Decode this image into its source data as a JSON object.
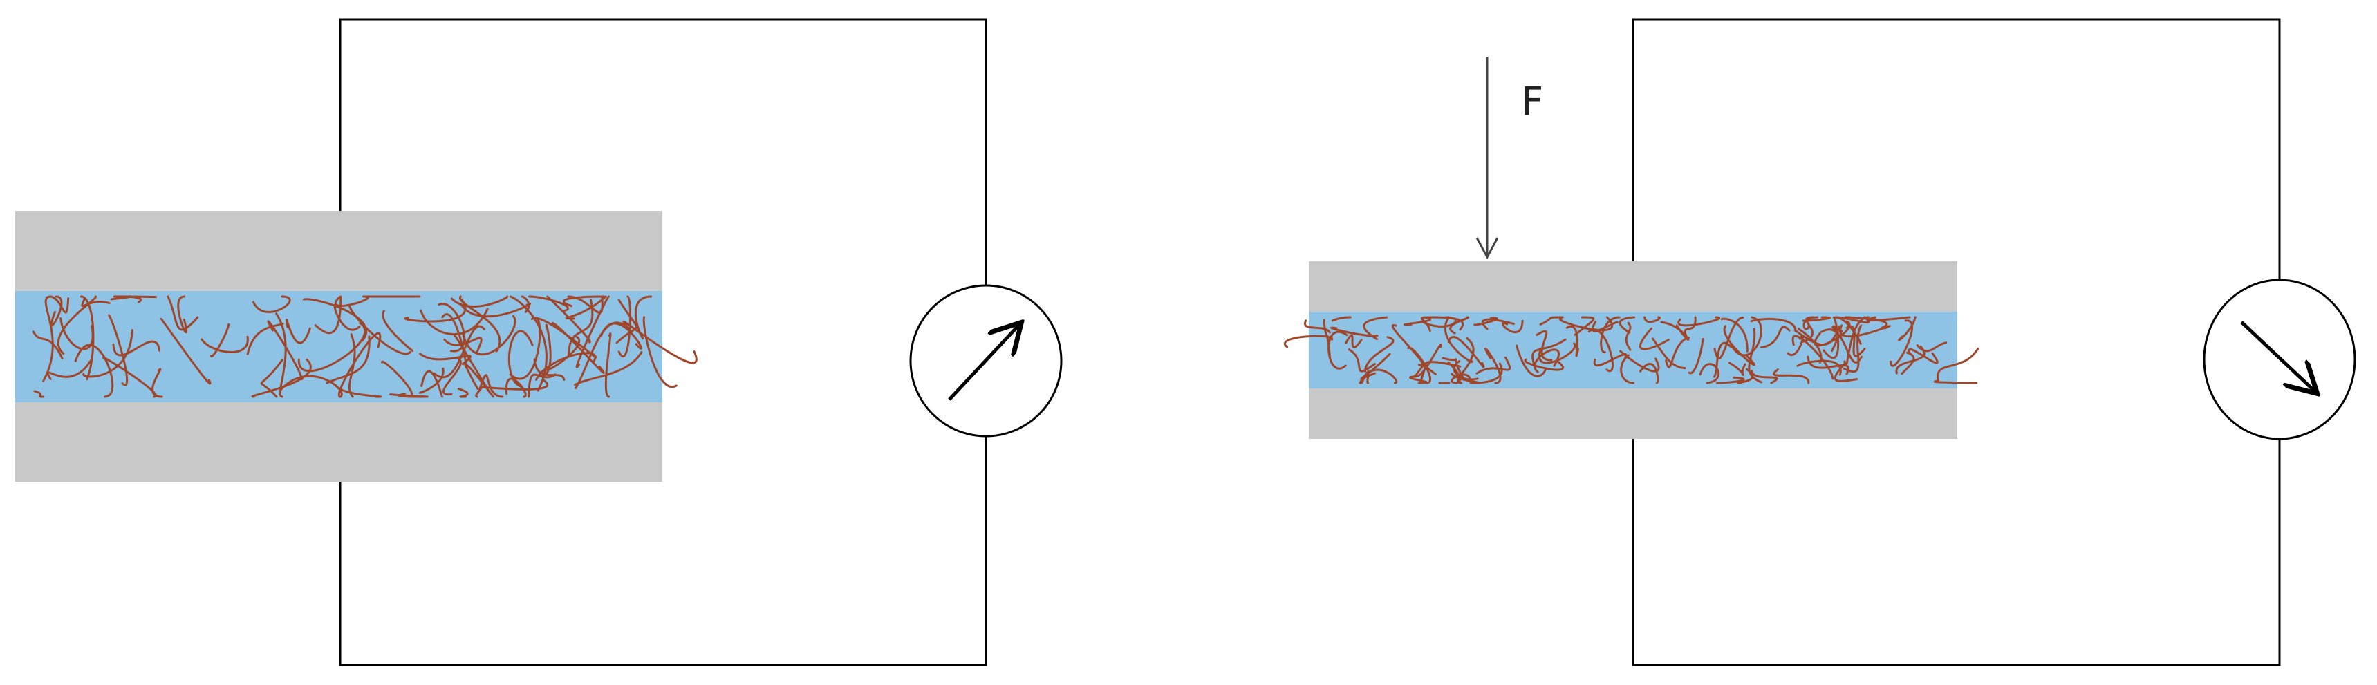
{
  "force_label": "F",
  "colors": {
    "wire": "#000000",
    "electrode": "#c8c8c8",
    "matrix": "#8ec3e6",
    "fiber": "#a0462a"
  },
  "panels": [
    {
      "state": "uncompressed",
      "meter_needle": "up-right",
      "force_applied": false
    },
    {
      "state": "compressed",
      "meter_needle": "down-right",
      "force_applied": true
    }
  ]
}
